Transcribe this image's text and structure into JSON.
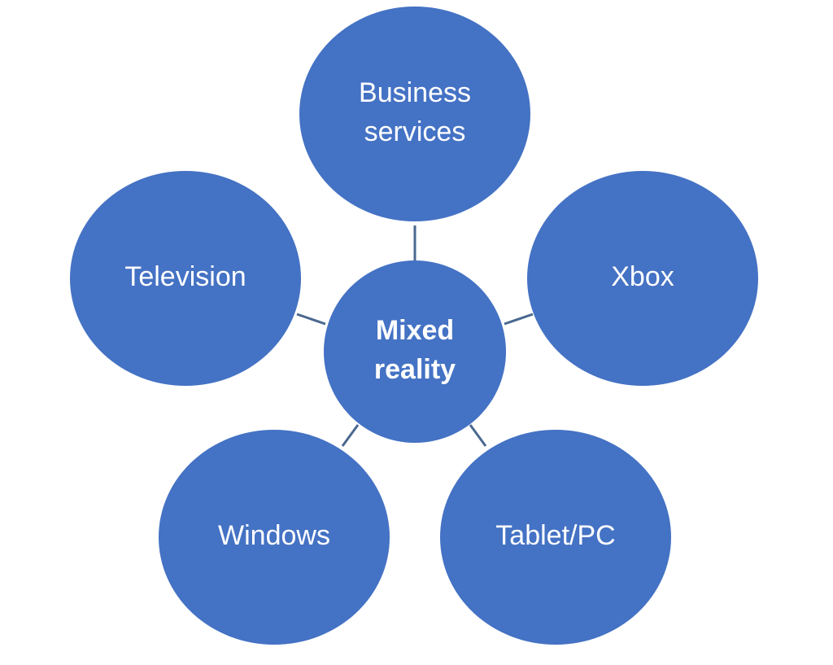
{
  "colors": {
    "node_fill": "#4472C4",
    "connector": "#4A6890",
    "label": "#FFFFFF",
    "background": "#FFFFFF"
  },
  "center": {
    "lines": [
      "Mixed",
      "reality"
    ]
  },
  "satellites": [
    {
      "id": "business-services",
      "lines": [
        "Business",
        "services"
      ]
    },
    {
      "id": "xbox",
      "lines": [
        "Xbox"
      ]
    },
    {
      "id": "tablet-pc",
      "lines": [
        "Tablet/PC"
      ]
    },
    {
      "id": "windows",
      "lines": [
        "Windows"
      ]
    },
    {
      "id": "television",
      "lines": [
        "Television"
      ]
    }
  ]
}
